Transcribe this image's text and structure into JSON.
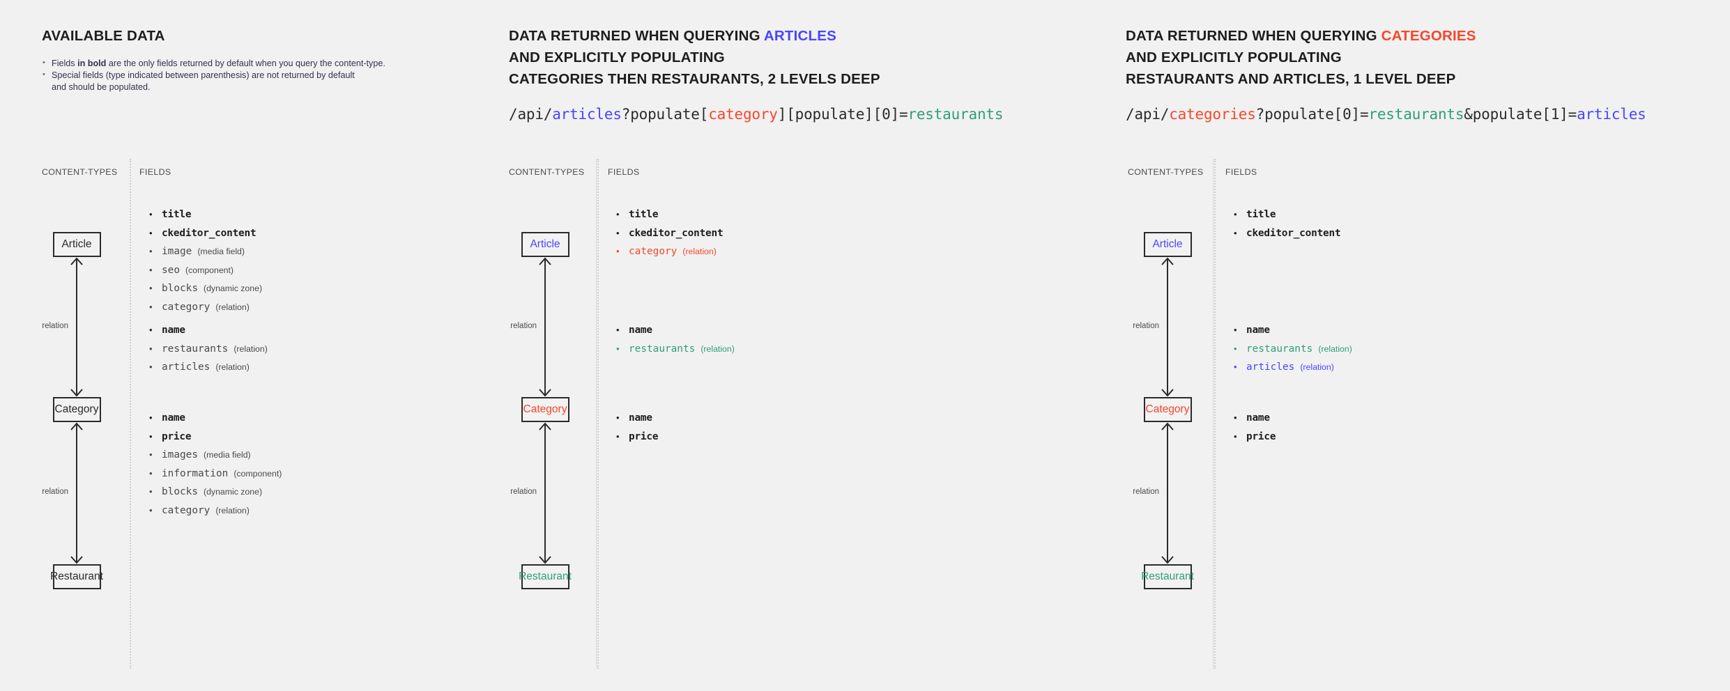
{
  "colors": {
    "background": "#f1f1f1",
    "text": "#1d1d1d",
    "articles_blue": "#4945ff",
    "categories_red": "#f5472c",
    "restaurants_green": "#2f9e79",
    "box_border": "#2b2b2b",
    "muted": "#4a4a4a",
    "dotted_divider": "#cfcfcf"
  },
  "column_labels": {
    "content_types": "CONTENT-TYPES",
    "fields": "FIELDS"
  },
  "relation_label": "relation",
  "panels": [
    {
      "id": "available-data",
      "title_parts": [
        {
          "text": "AVAILABLE DATA",
          "color": "default"
        }
      ],
      "bullets": [
        {
          "prefix": "Fields ",
          "bold": "in bold",
          "suffix": " are the only fields returned by default when you query the content-type."
        },
        {
          "prefix": "Special fields (type indicated between parenthesis) are not returned by default",
          "bold": "",
          "suffix": ""
        },
        {
          "prefix": "and should be populated.",
          "bold": "",
          "suffix": "",
          "continuation": true
        }
      ],
      "endpoint": [],
      "nodes": [
        {
          "name": "Article",
          "color": "neutral",
          "fields": [
            {
              "name": "title",
              "type": "",
              "bold": true,
              "color": "default"
            },
            {
              "name": "ckeditor_content",
              "type": "",
              "bold": true,
              "color": "default"
            },
            {
              "name": "image",
              "type": "(media field)",
              "bold": false,
              "color": "dim"
            },
            {
              "name": "seo",
              "type": "(component)",
              "bold": false,
              "color": "dim"
            },
            {
              "name": "blocks",
              "type": "(dynamic zone)",
              "bold": false,
              "color": "dim"
            },
            {
              "name": "category",
              "type": "(relation)",
              "bold": false,
              "color": "dim"
            }
          ]
        },
        {
          "name": "Category",
          "color": "neutral",
          "fields": [
            {
              "name": "name",
              "type": "",
              "bold": true,
              "color": "default"
            },
            {
              "name": "restaurants",
              "type": "(relation)",
              "bold": false,
              "color": "dim"
            },
            {
              "name": "articles",
              "type": "(relation)",
              "bold": false,
              "color": "dim"
            }
          ]
        },
        {
          "name": "Restaurant",
          "color": "neutral",
          "fields": [
            {
              "name": "name",
              "type": "",
              "bold": true,
              "color": "default"
            },
            {
              "name": "price",
              "type": "",
              "bold": true,
              "color": "default"
            },
            {
              "name": "images",
              "type": "(media field)",
              "bold": false,
              "color": "dim"
            },
            {
              "name": "information",
              "type": "(component)",
              "bold": false,
              "color": "dim"
            },
            {
              "name": "blocks",
              "type": "(dynamic zone)",
              "bold": false,
              "color": "dim"
            },
            {
              "name": "category",
              "type": "(relation)",
              "bold": false,
              "color": "dim"
            }
          ]
        }
      ]
    },
    {
      "id": "querying-articles",
      "title_parts": [
        {
          "text": "DATA RETURNED WHEN QUERYING ",
          "color": "default"
        },
        {
          "text": "ARTICLES",
          "color": "blue"
        },
        {
          "text": "\nAND EXPLICITLY POPULATING\nCATEGORIES THEN RESTAURANTS, 2 LEVELS DEEP",
          "color": "default"
        }
      ],
      "title_lines": [
        [
          {
            "text": "DATA RETURNED WHEN QUERYING ",
            "color": "default"
          },
          {
            "text": "ARTICLES",
            "color": "blue"
          }
        ],
        [
          {
            "text": "AND EXPLICITLY POPULATING",
            "color": "default"
          }
        ],
        [
          {
            "text": "CATEGORIES THEN RESTAURANTS, 2 LEVELS DEEP",
            "color": "default"
          }
        ]
      ],
      "bullets": [],
      "endpoint": [
        {
          "text": "/api/",
          "color": "default"
        },
        {
          "text": "articles",
          "color": "blue"
        },
        {
          "text": "?populate[",
          "color": "default"
        },
        {
          "text": "category",
          "color": "red"
        },
        {
          "text": "][populate][0]=",
          "color": "default"
        },
        {
          "text": "restaurants",
          "color": "green"
        }
      ],
      "nodes": [
        {
          "name": "Article",
          "color": "blue",
          "fields": [
            {
              "name": "title",
              "type": "",
              "bold": true,
              "color": "default"
            },
            {
              "name": "ckeditor_content",
              "type": "",
              "bold": true,
              "color": "default"
            },
            {
              "name": "category",
              "type": "(relation)",
              "bold": false,
              "color": "red"
            }
          ]
        },
        {
          "name": "Category",
          "color": "red",
          "fields": [
            {
              "name": "name",
              "type": "",
              "bold": true,
              "color": "default"
            },
            {
              "name": "restaurants",
              "type": "(relation)",
              "bold": false,
              "color": "green"
            }
          ]
        },
        {
          "name": "Restaurant",
          "color": "green",
          "fields": [
            {
              "name": "name",
              "type": "",
              "bold": true,
              "color": "default"
            },
            {
              "name": "price",
              "type": "",
              "bold": true,
              "color": "default"
            }
          ]
        }
      ]
    },
    {
      "id": "querying-categories",
      "title_parts": [],
      "title_lines": [
        [
          {
            "text": "DATA RETURNED WHEN QUERYING ",
            "color": "default"
          },
          {
            "text": "CATEGORIES",
            "color": "red"
          }
        ],
        [
          {
            "text": "AND EXPLICITLY POPULATING",
            "color": "default"
          }
        ],
        [
          {
            "text": "RESTAURANTS AND ARTICLES, 1 LEVEL DEEP",
            "color": "default"
          }
        ]
      ],
      "bullets": [],
      "endpoint": [
        {
          "text": "/api/",
          "color": "default"
        },
        {
          "text": "categories",
          "color": "red"
        },
        {
          "text": "?populate[0]=",
          "color": "default"
        },
        {
          "text": "restaurants",
          "color": "green"
        },
        {
          "text": "&populate[1]=",
          "color": "default"
        },
        {
          "text": "articles",
          "color": "blue"
        }
      ],
      "nodes": [
        {
          "name": "Article",
          "color": "blue",
          "fields": [
            {
              "name": "title",
              "type": "",
              "bold": true,
              "color": "default"
            },
            {
              "name": "ckeditor_content",
              "type": "",
              "bold": true,
              "color": "default"
            }
          ]
        },
        {
          "name": "Category",
          "color": "red",
          "fields": [
            {
              "name": "name",
              "type": "",
              "bold": true,
              "color": "default"
            },
            {
              "name": "restaurants",
              "type": "(relation)",
              "bold": false,
              "color": "green"
            },
            {
              "name": "articles",
              "type": "(relation)",
              "bold": false,
              "color": "blue"
            }
          ]
        },
        {
          "name": "Restaurant",
          "color": "green",
          "fields": [
            {
              "name": "name",
              "type": "",
              "bold": true,
              "color": "default"
            },
            {
              "name": "price",
              "type": "",
              "bold": true,
              "color": "default"
            }
          ]
        }
      ]
    }
  ]
}
